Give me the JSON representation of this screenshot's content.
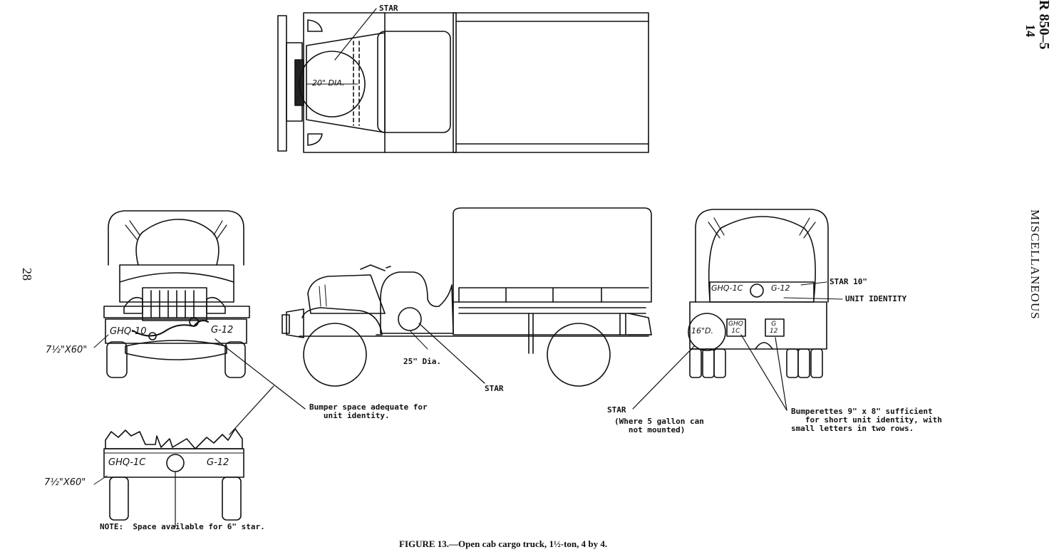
{
  "margin": {
    "page_number": "28",
    "header_ref": "R 850–5",
    "header_sub": "14",
    "section_title": "MISCELLANEOUS"
  },
  "caption": "FIGURE 13.—Open cab cargo truck, 1½-ton, 4 by 4.",
  "labels": {
    "top_star": "STAR",
    "top_dia": "20\" DIA.",
    "front_bumper_left": "GHQ-10",
    "front_bumper_right": "G-12",
    "front_size": "7½\"X60\"",
    "side_dia": "25\" Dia.",
    "side_star": "STAR",
    "bumper_note": "Bumper space adequate for\n   unit identity.",
    "rear_star_10": "STAR 10\"",
    "rear_unit_identity": "UNIT IDENTITY",
    "rear_bumper_left": "GHQ-1C",
    "rear_bumper_right": "G-12",
    "rear_dia": "16\"D.",
    "rear_star": "STAR",
    "rear_star_note": "(Where 5 gallon can\n   not mounted)",
    "bumperettes_note": "Bumperettes 9\" x 8\" sufficient\n   for short unit identity, with\nsmall letters in two rows.",
    "bumperette_left": "GHQ\n1C",
    "bumperette_right": "G\n12",
    "detail_bumper_left": "GHQ-1C",
    "detail_bumper_right": "G-12",
    "detail_size": "7½\"X60\"",
    "note": "NOTE:  Space available for 6\" star."
  }
}
